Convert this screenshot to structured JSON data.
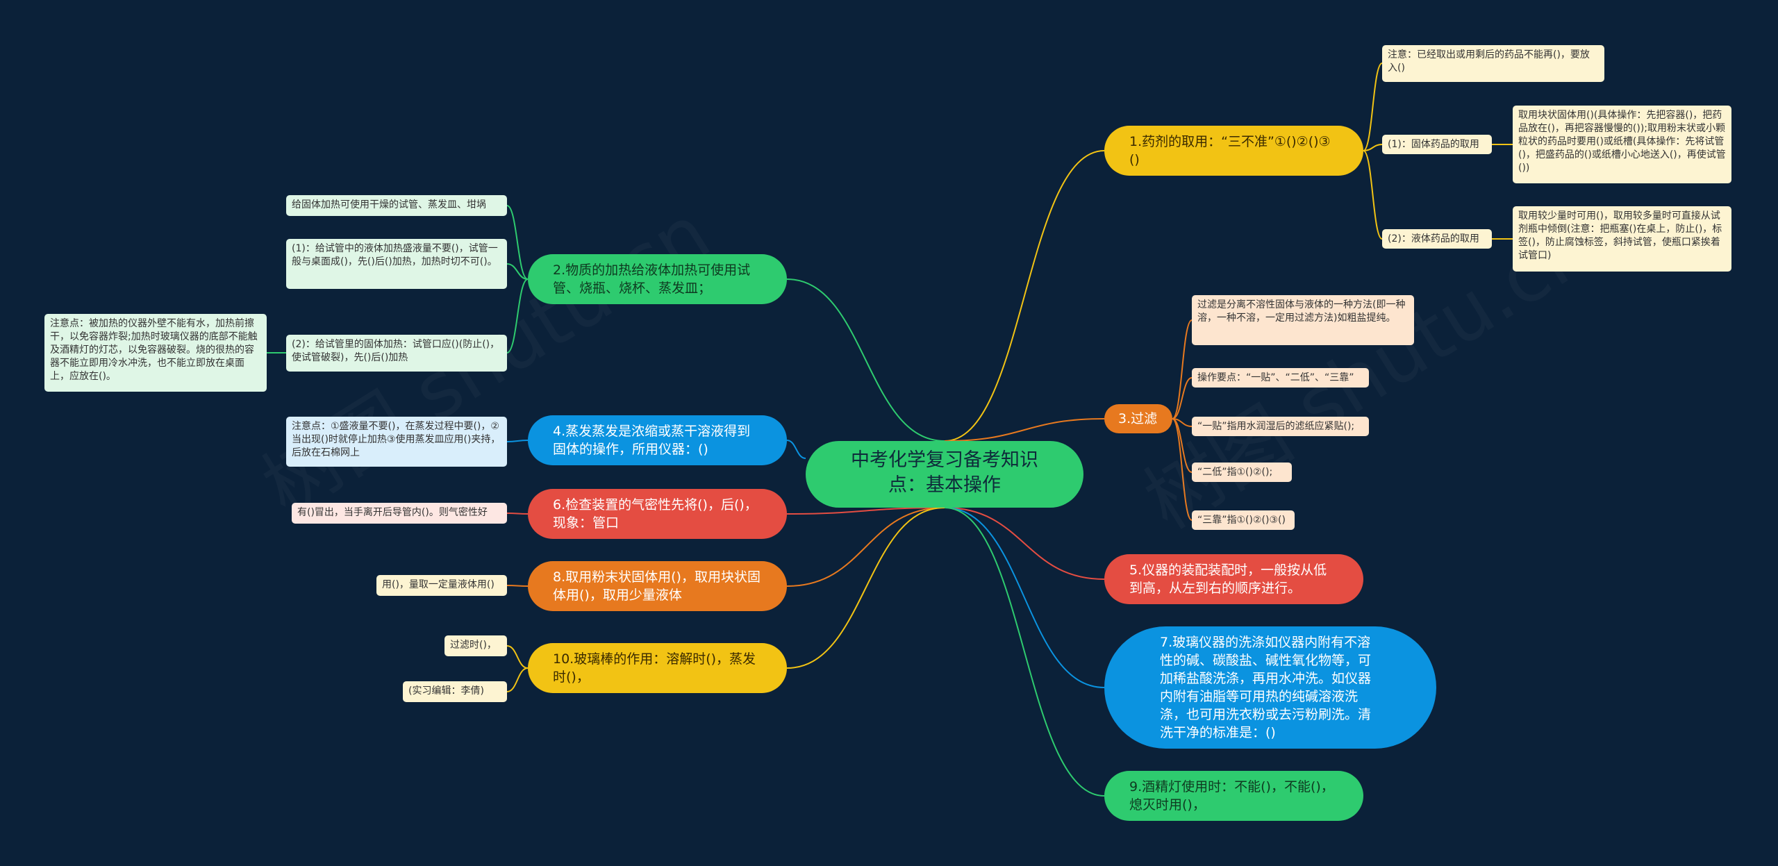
{
  "root": {
    "label": "中考化学复习备考知识点：基本操作"
  },
  "nodes": {
    "n1": {
      "label": "1.药剂的取用：“三不准”①()②()③()"
    },
    "n1a": {
      "label": "注意：已经取出或用剩后的药品不能再()，要放入()"
    },
    "n1b": {
      "label": "(1)：固体药品的取用"
    },
    "n1b1": {
      "label": "取用块状固体用()(具体操作：先把容器()，把药品放在()，再把容器慢慢的());取用粉末状或小颗粒状的药品时要用()或纸槽(具体操作：先将试管()，把盛药品的()或纸槽小心地送入()，再使试管())"
    },
    "n1c": {
      "label": "(2)：液体药品的取用"
    },
    "n1c1": {
      "label": "取用较少量时可用()，取用较多量时可直接从试剂瓶中倾倒(注意：把瓶塞()在桌上，防止()，标签()，防止腐蚀标签，斜持试管，使瓶口紧挨着试管口)"
    },
    "n2": {
      "label": "2.物质的加热给液体加热可使用试管、烧瓶、烧杯、蒸发皿；"
    },
    "n2a": {
      "label": "给固体加热可使用干燥的试管、蒸发皿、坩埚"
    },
    "n2b": {
      "label": "(1)：给试管中的液体加热盛液量不要()，试管一般与桌面成()，先()后()加热，加热时切不可()。"
    },
    "n2c": {
      "label": "(2)：给试管里的固体加热：试管口应()(防止()，使试管破裂)，先()后()加热"
    },
    "n2c1": {
      "label": "注意点：被加热的仪器外壁不能有水，加热前擦干，以免容器炸裂;加热时玻璃仪器的底部不能触及酒精灯的灯芯，以免容器破裂。烧的很热的容器不能立即用冷水冲洗，也不能立即放在桌面上，应放在()。"
    },
    "n3": {
      "label": "3.过滤"
    },
    "n3a": {
      "label": "过滤是分离不溶性固体与液体的一种方法(即一种溶，一种不溶，一定用过滤方法)如粗盐提纯。"
    },
    "n3b": {
      "label": "操作要点：“一贴”、“二低”、“三靠”"
    },
    "n3c": {
      "label": "“一贴”指用水润湿后的滤纸应紧贴();"
    },
    "n3d": {
      "label": "“二低”指①()②();"
    },
    "n3e": {
      "label": "“三靠”指①()②()③()"
    },
    "n4": {
      "label": "4.蒸发蒸发是浓缩或蒸干溶液得到固体的操作，所用仪器：()"
    },
    "n4a": {
      "label": "注意点：①盛液量不要()，在蒸发过程中要()，②当出现()时就停止加热③使用蒸发皿应用()夹持，后放在石棉网上"
    },
    "n5": {
      "label": "5.仪器的装配装配时，一般按从低到高，从左到右的顺序进行。"
    },
    "n6": {
      "label": "6.检查装置的气密性先将()，后()，现象：管口"
    },
    "n6a": {
      "label": "有()冒出，当手离开后导管内()。则气密性好"
    },
    "n7": {
      "label": "7.玻璃仪器的洗涤如仪器内附有不溶性的碱、碳酸盐、碱性氧化物等，可加稀盐酸洗涤，再用水冲洗。如仪器内附有油脂等可用热的纯碱溶液洗涤，也可用洗衣粉或去污粉刷洗。清洗干净的标准是：()"
    },
    "n8": {
      "label": "8.取用粉末状固体用()，取用块状固体用()，取用少量液体"
    },
    "n8a": {
      "label": "用()，量取一定量液体用()"
    },
    "n9": {
      "label": "9.酒精灯使用时：不能()，不能()，熄灭时用()，"
    },
    "n10": {
      "label": "10.玻璃棒的作用：溶解时()，蒸发时()，"
    },
    "n10a": {
      "label": "过滤时()，"
    },
    "n10b": {
      "label": "(实习编辑：李倩)"
    }
  },
  "watermark": {
    "text": "树图 shutu.cn"
  },
  "colors": {
    "background": "#0b2139",
    "yellow": "#f2c314",
    "green": "#2ecb6f",
    "blue": "#0b93e0",
    "red": "#e44d42",
    "orange": "#e7791f"
  }
}
